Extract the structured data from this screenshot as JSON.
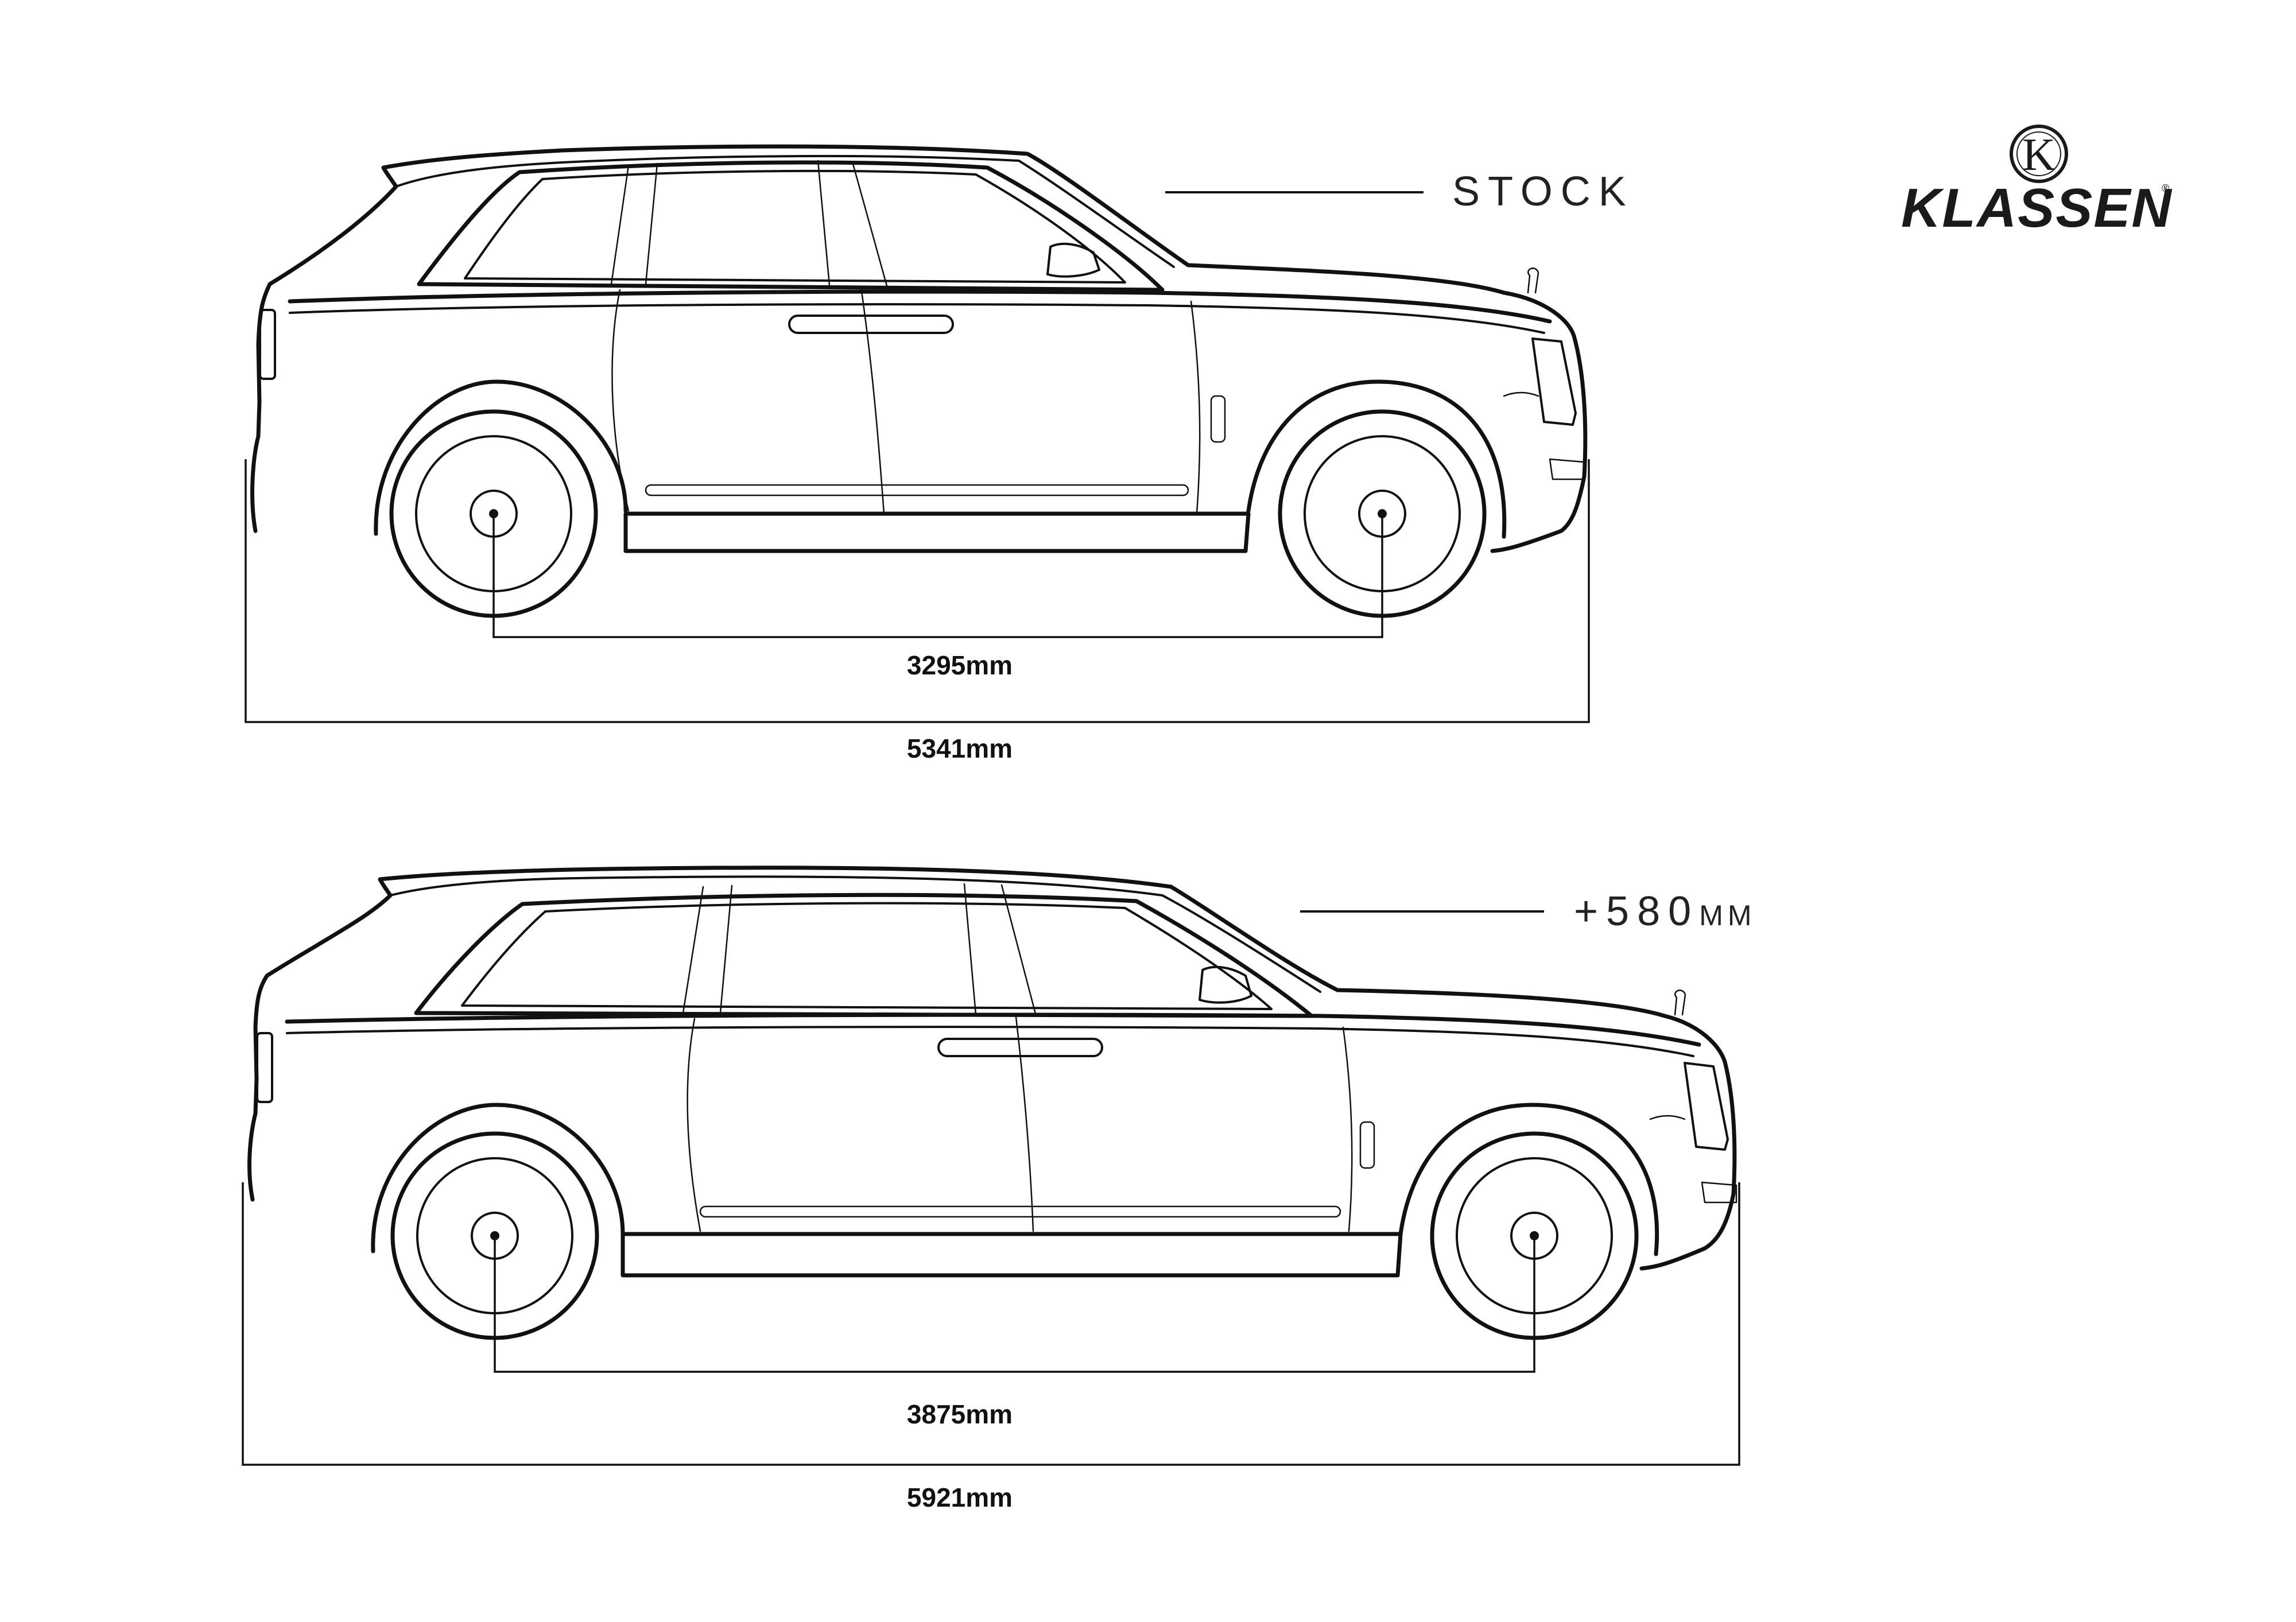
{
  "brand": {
    "monogram": "K",
    "name": "KLASSEN",
    "registered_mark": "®"
  },
  "stock": {
    "version_label": "STOCK",
    "wheelbase": "3295mm",
    "length": "5341mm"
  },
  "extended": {
    "version_label": "+580",
    "version_unit": "MM",
    "wheelbase": "3875mm",
    "length": "5921mm"
  },
  "colors": {
    "ink": "#111111",
    "background": "#ffffff"
  }
}
